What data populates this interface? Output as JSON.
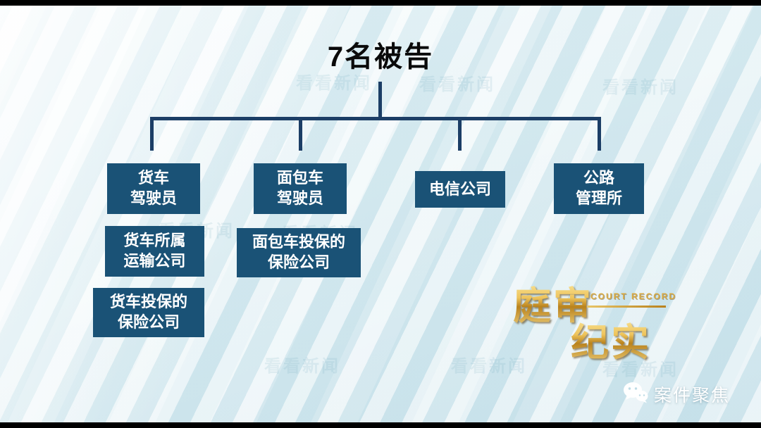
{
  "org": {
    "root": "7名被告",
    "columns": [
      {
        "items": [
          "货车\n驾驶员",
          "货车所属\n运输公司",
          "货车投保的\n保险公司"
        ]
      },
      {
        "items": [
          "面包车\n驾驶员",
          "面包车投保的\n保险公司"
        ]
      },
      {
        "items": [
          "电信公司"
        ]
      },
      {
        "items": [
          "公路\n管理所"
        ]
      }
    ]
  },
  "logo": {
    "line1": "庭审",
    "subtitle": "COURT RECORD",
    "line2": "纪实"
  },
  "footer": {
    "brand": "案件聚焦"
  },
  "watermark": "看看新闻",
  "colors": {
    "node_fill": "#1a5276",
    "connector": "#1c3e66",
    "gold": "#d9a93f",
    "brand_text": "#ffffff",
    "background": "#ddeef3"
  }
}
